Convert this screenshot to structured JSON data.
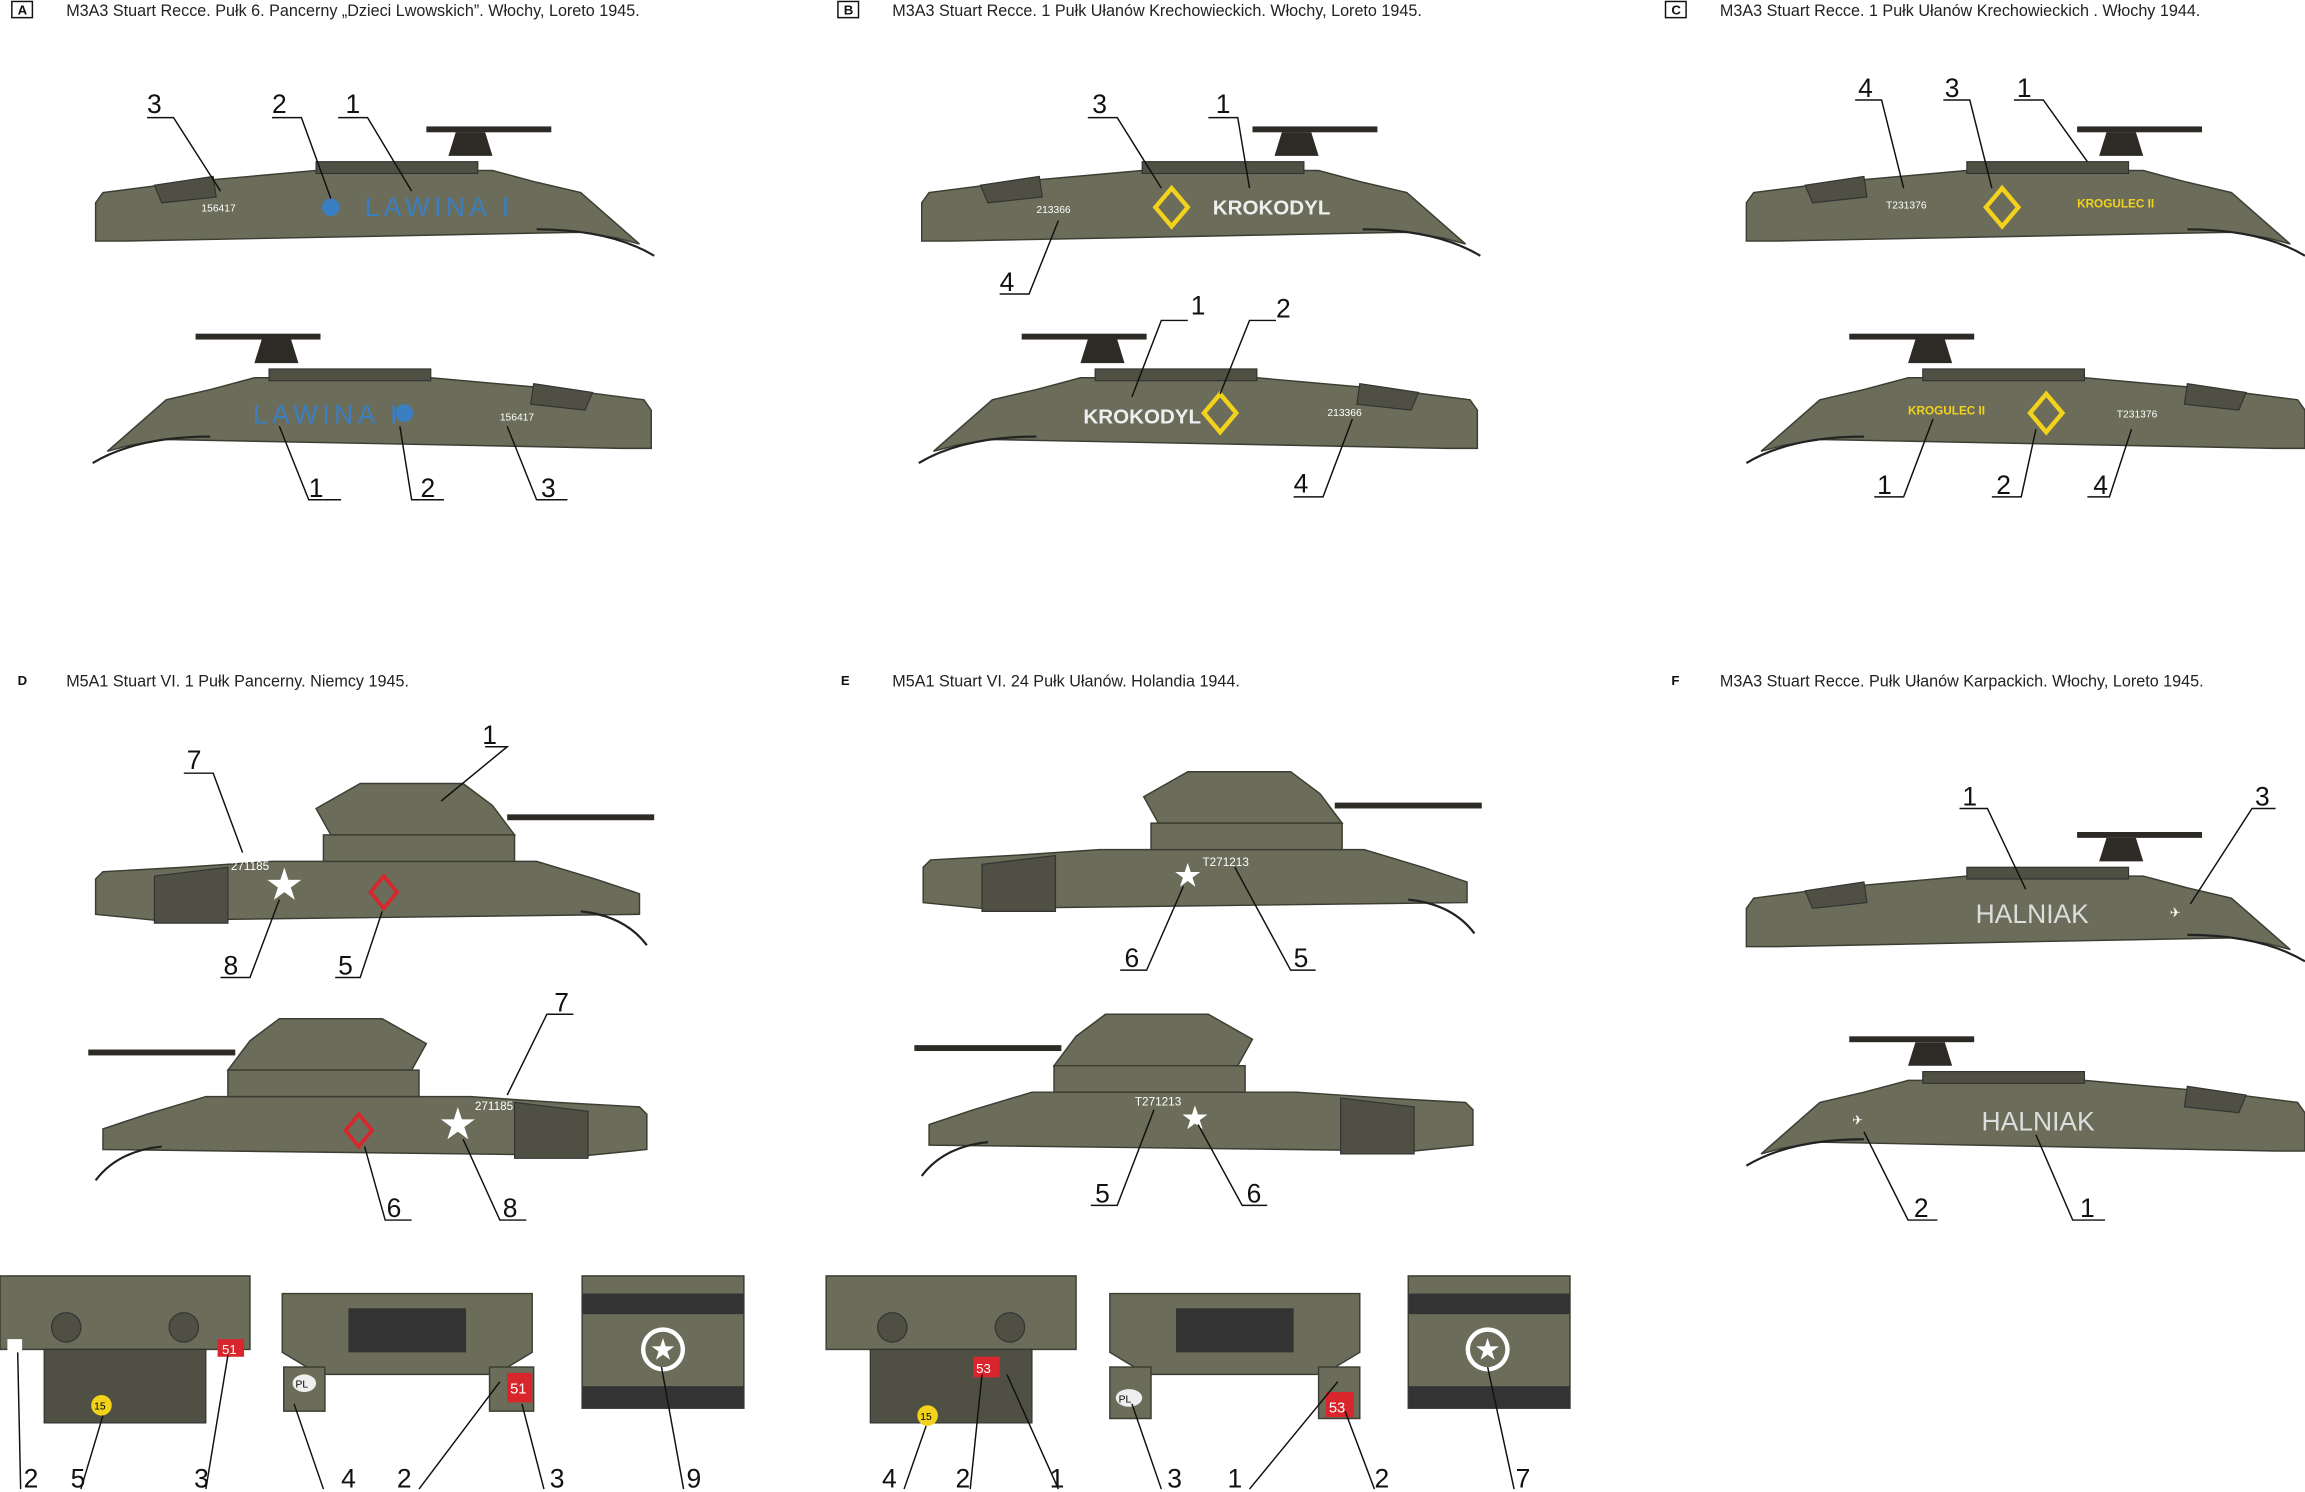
{
  "panels": [
    {
      "letter": "A",
      "caption": "M3A3 Stuart Recce. Pułk 6. Pancerny „Dzieci Lwowskich”. Włochy, Loreto  1945.",
      "name": "LAWINA I",
      "serial": "156417",
      "callouts_top": [
        "3",
        "2",
        "1"
      ],
      "callouts_bottom": [
        "1",
        "2",
        "3"
      ]
    },
    {
      "letter": "B",
      "caption": "M3A3 Stuart Recce. 1 Pułk Ułanów Krechowieckich. Włochy, Loreto 1945.",
      "name": "KROKODYL",
      "serial": "213366",
      "callouts_top": [
        "3",
        "1",
        "4"
      ],
      "callouts_bottom": [
        "1",
        "2",
        "4"
      ]
    },
    {
      "letter": "C",
      "caption": "M3A3 Stuart Recce. 1 Pułk Ułanów Krechowieckich . Włochy 1944.",
      "name": "KROGULEC II",
      "serial": "T231376",
      "callouts_top": [
        "4",
        "3",
        "1"
      ],
      "callouts_bottom": [
        "1",
        "2",
        "4"
      ]
    },
    {
      "letter": "D",
      "caption": "M5A1 Stuart VI. 1 Pułk Pancerny. Niemcy 1945.",
      "serial": "271185",
      "callouts_top": [
        "7",
        "1",
        "8",
        "5"
      ],
      "callouts_bottom": [
        "7",
        "6",
        "8"
      ]
    },
    {
      "letter": "E",
      "caption": "M5A1 Stuart VI. 24 Pułk Ułanów. Holandia 1944.",
      "serial": "T271213",
      "callouts_top": [
        "6",
        "5"
      ],
      "callouts_bottom": [
        "5",
        "6"
      ]
    },
    {
      "letter": "F",
      "caption": "M3A3 Stuart Recce. Pułk Ułanów Karpackich. Włochy, Loreto 1945.",
      "name": "HALNIAK",
      "callouts_top": [
        "1",
        "3"
      ],
      "callouts_bottom": [
        "2",
        "1"
      ]
    }
  ],
  "rear_views": {
    "d": {
      "bridge": "15",
      "unit": "51",
      "nation": "PL",
      "callouts": [
        "2",
        "5",
        "3",
        "4",
        "2",
        "3",
        "9"
      ]
    },
    "e": {
      "bridge": "15",
      "unit": "53",
      "nation": "PL",
      "callouts": [
        "4",
        "2",
        "1",
        "3",
        "1",
        "2",
        "7"
      ]
    }
  },
  "colors": {
    "olive": "#6b6c5a",
    "blue": "#3a7fc1",
    "yellow": "#f2d21b",
    "red": "#d9262c",
    "white": "#ffffff"
  }
}
